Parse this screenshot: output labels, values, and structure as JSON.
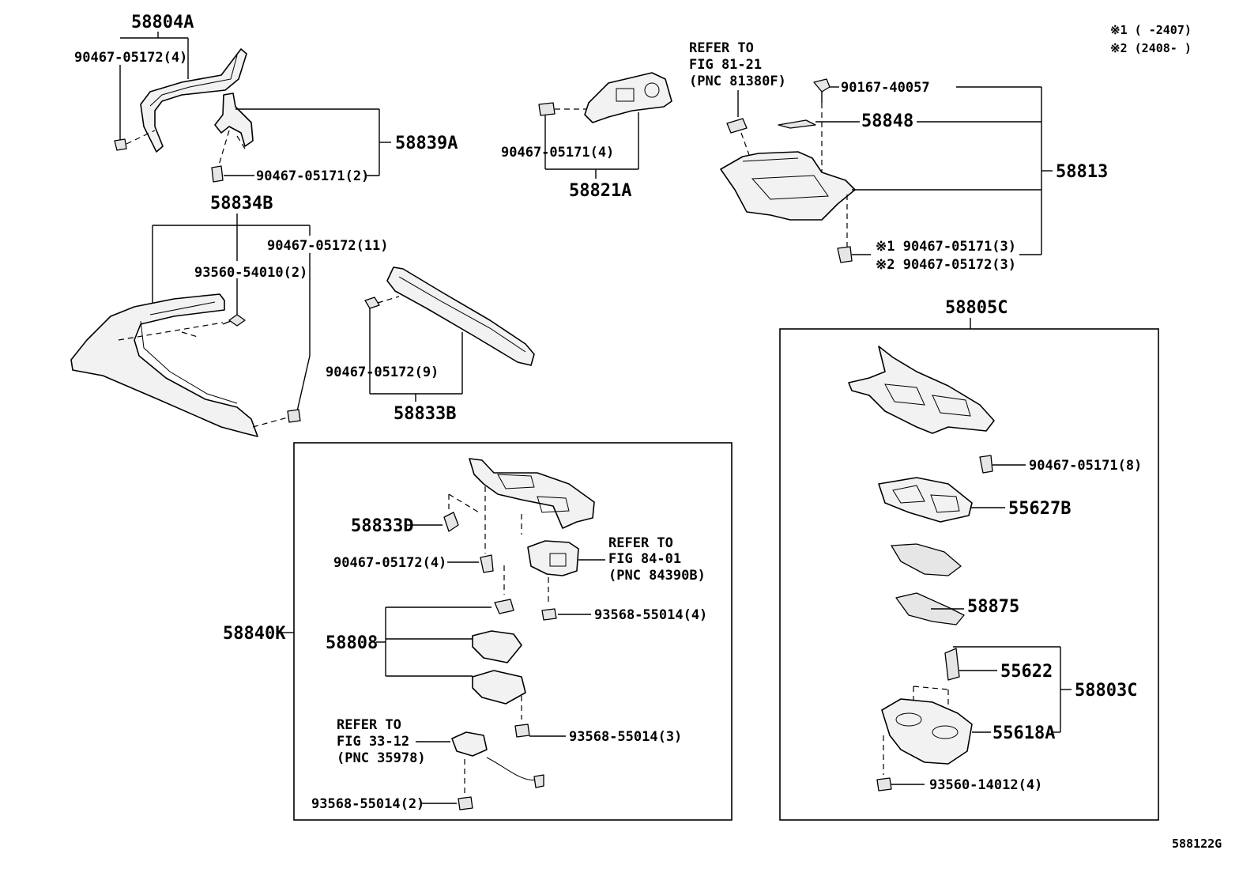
{
  "notes": {
    "n1": "※1 (     -2407)",
    "n2": "※2 (2408-     )"
  },
  "figure_id": "588122G",
  "labels": {
    "p58804A": "58804A",
    "f1": "90467-05172(4)",
    "p58839A": "58839A",
    "f2": "90467-05171(2)",
    "p58834B": "58834B",
    "f3": "90467-05172(11)",
    "f4": "93560-54010(2)",
    "f5": "90467-05172(9)",
    "p58833B": "58833B",
    "f6": "90467-05171(4)",
    "p58821A": "58821A",
    "ref1_l1": "REFER TO",
    "ref1_l2": "FIG 81-21",
    "ref1_l3": "(PNC 81380F)",
    "f7": "90167-40057",
    "p58848": "58848",
    "p58813": "58813",
    "f8": "※1 90467-05171(3)",
    "f9": "※2 90467-05172(3)",
    "p58805C": "58805C",
    "f10": "90467-05171(8)",
    "p55627B": "55627B",
    "p58875": "58875",
    "p55622": "55622",
    "p58803C": "58803C",
    "p55618A": "55618A",
    "f11": "93560-14012(4)",
    "p58833D": "58833D",
    "f12": "90467-05172(4)",
    "ref2_l1": "REFER TO",
    "ref2_l2": "FIG 84-01",
    "ref2_l3": "(PNC 84390B)",
    "f13": "93568-55014(4)",
    "p58840K": "58840K",
    "p58808": "58808",
    "f14": "93568-55014(3)",
    "ref3_l1": "REFER TO",
    "ref3_l2": "FIG 33-12",
    "ref3_l3": "(PNC 35978)",
    "f15": "93568-55014(2)"
  }
}
